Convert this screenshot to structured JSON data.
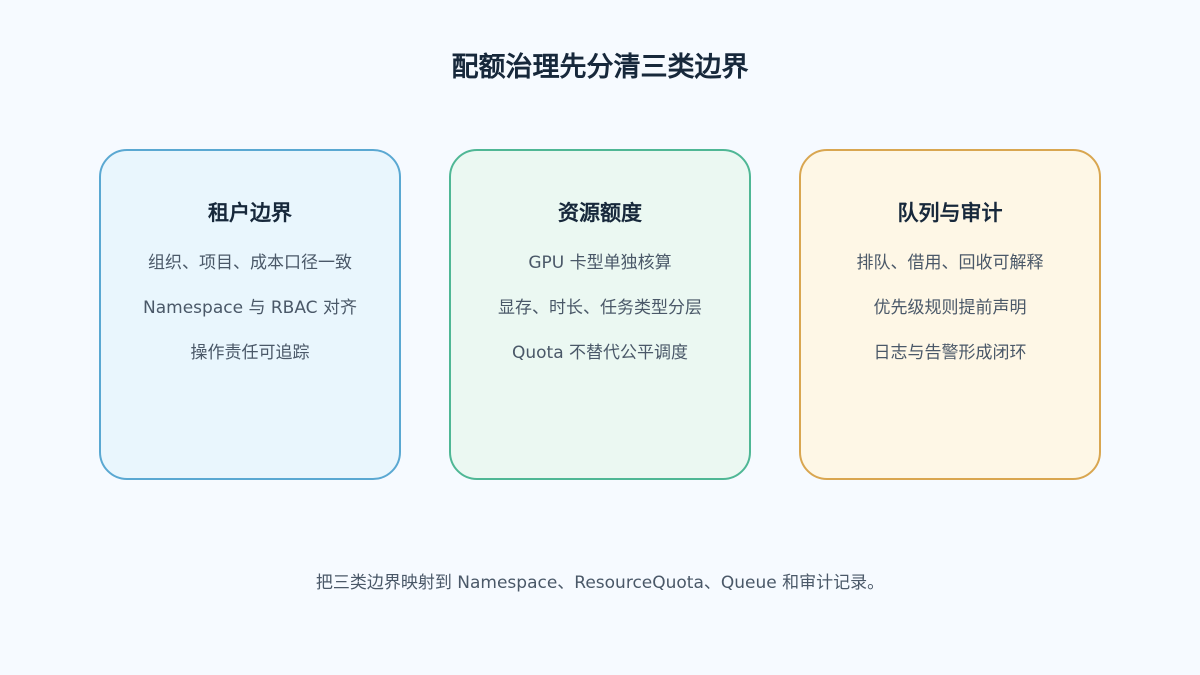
{
  "title": "配额治理先分清三类边界",
  "cards": [
    {
      "title": "租户边界",
      "items": [
        "组织、项目、成本口径一致",
        "Namespace 与 RBAC 对齐",
        "操作责任可追踪"
      ],
      "accent": "#5aa8d2",
      "background": "#e9f6fd"
    },
    {
      "title": "资源额度",
      "items": [
        "GPU 卡型单独核算",
        "显存、时长、任务类型分层",
        "Quota 不替代公平调度"
      ],
      "accent": "#4fb795",
      "background": "#ebf8f2"
    },
    {
      "title": "队列与审计",
      "items": [
        "排队、借用、回收可解释",
        "优先级规则提前声明",
        "日志与告警形成闭环"
      ],
      "accent": "#d9a650",
      "background": "#fef7e6"
    }
  ],
  "footer": "把三类边界映射到 Namespace、ResourceQuota、Queue 和审计记录。"
}
